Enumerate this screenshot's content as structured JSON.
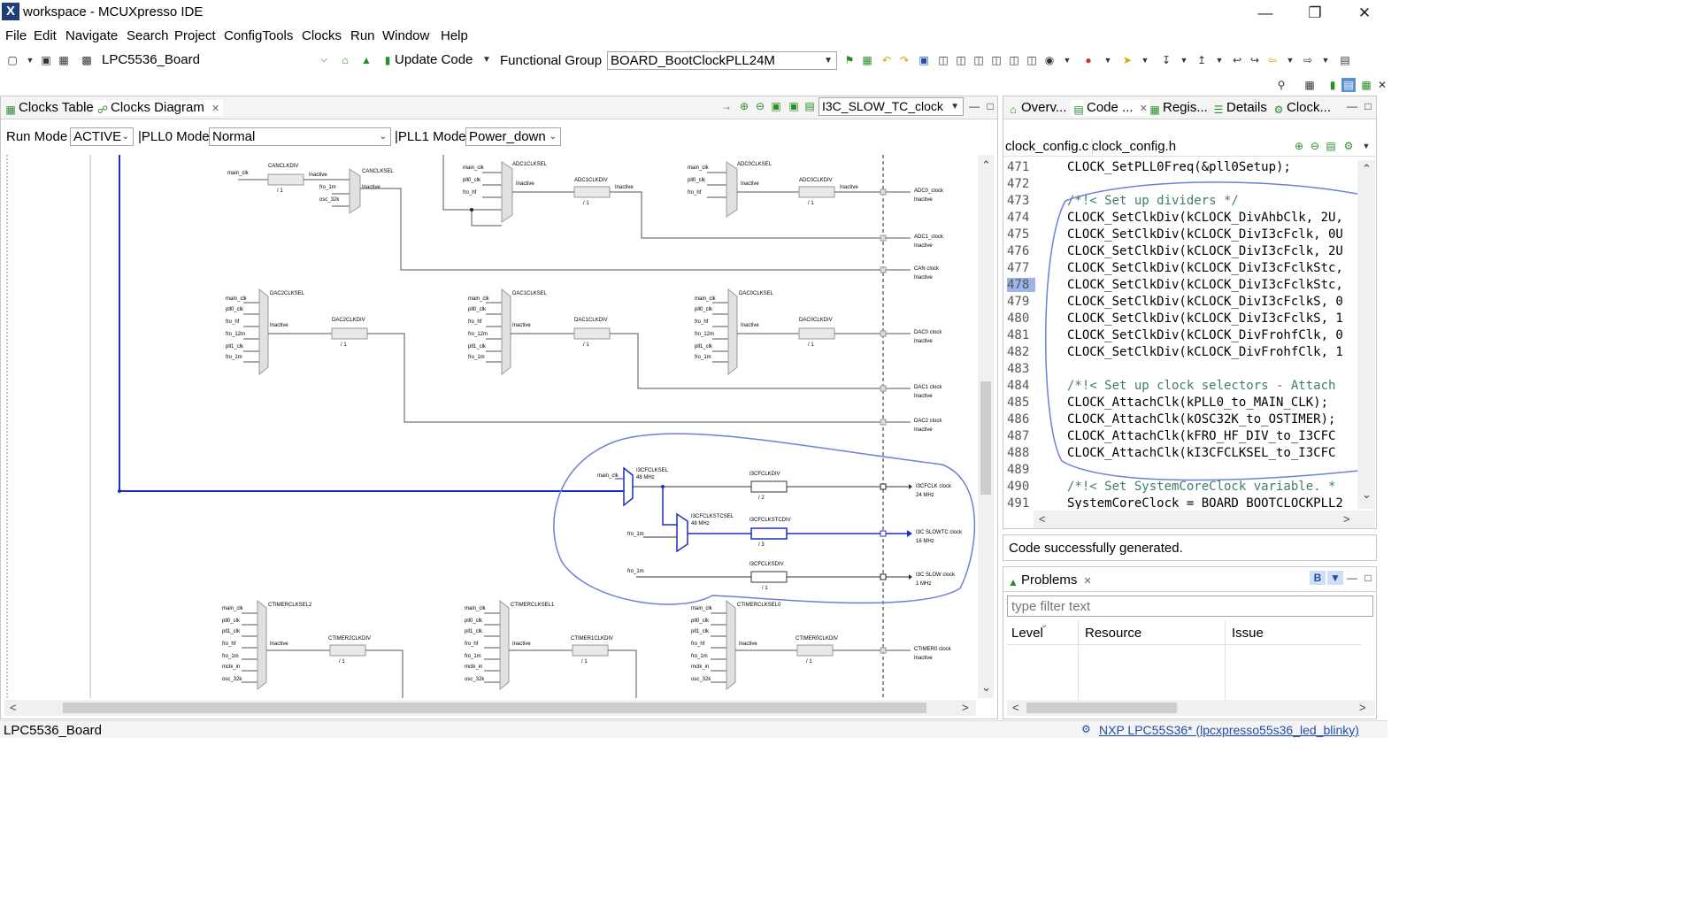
{
  "window": {
    "title": "workspace - MCUXpresso IDE",
    "logo": "X"
  },
  "menu": [
    "File",
    "Edit",
    "Navigate",
    "Search",
    "Project",
    "ConfigTools",
    "Clocks",
    "Run",
    "Window",
    "Help"
  ],
  "toolbar": {
    "project_combo": "LPC5536_Board",
    "update_code_label": "Update Code",
    "functional_group_label": "Functional Group",
    "functional_group_value": "BOARD_BootClockPLL24M"
  },
  "diagram": {
    "tabs": [
      {
        "label": "Clocks Table"
      },
      {
        "label": "Clocks Diagram"
      }
    ],
    "clock_select": "I3C_SLOW_TC_clock",
    "run_mode_label": "Run Mode",
    "run_mode_value": "ACTIVE",
    "pll0_mode_label": "PLL0 Mode",
    "pll0_mode_value": "Normal",
    "pll1_mode_label": "PLL1 Mode",
    "pll1_mode_value": "Power_down",
    "labels": {
      "main_clk": "main_clk",
      "pll0_clk": "pll0_clk",
      "pll1_clk": "pll1_clk",
      "fro_hf": "fro_hf",
      "fro_12m": "fro_12m",
      "fro_1m": "fro_1m",
      "osc_32k": "osc_32k",
      "mclk_in": "mclk_in",
      "inactive": "Inactive",
      "div1": "/ 1",
      "div2": "/ 2",
      "div3": "/ 3",
      "canclkdiv": "CANCLKDIV",
      "canclksel": "CANCLKSEL",
      "adc1clksel": "ADC1CLKSEL",
      "adc1clkdiv": "ADC1CLKDIV",
      "adc0clksel": "ADC0CLKSEL",
      "adc0clkdiv": "ADC0CLKDIV",
      "adc0_clock": "ADC0_clock",
      "adc1_clock": "ADC1_clock",
      "can_clock": "CAN clock",
      "dac2clksel": "DAC2CLKSEL",
      "dac2clkdiv": "DAC2CLKDIV",
      "dac1clksel": "DAC1CLKSEL",
      "dac1clkdiv": "DAC1CLKDIV",
      "dac0clksel": "DAC0CLKSEL",
      "dac0clkdiv": "DAC0CLKDIV",
      "dac0_clock": "DAC0 clock",
      "dac1_clock": "DAC1 clock",
      "dac2_clock": "DAC2 clock",
      "i3cfclksel": "I3CFCLKSEL",
      "mhz48": "48 MHz",
      "i3cfclkdiv": "I3CFCLKDIV",
      "i3cfclk_clock": "I3CFCLK clock",
      "mhz24": "24 MHz",
      "i3cfclkstcsel": "I3CFCLKSTCSEL",
      "i3cfclkstcdiv": "I3CFCLKSTCDIV",
      "i3c_slowtc_clock": "I3C SLOWTC clock",
      "mhz16": "16 MHz",
      "i3cfclksdiv": "I3CFCLKSDIV",
      "i3c_slow_clock": "I3C SLOW clock",
      "mhz1": "1 MHz",
      "ctimerclksel2": "CTIMERCLKSEL2",
      "ctimer2clkdiv": "CTIMER2CLKDIV",
      "ctimerclksel1": "CTIMERCLKSEL1",
      "ctimer1clkdiv": "CTIMER1CLKDIV",
      "ctimerclksel0": "CTIMERCLKSEL0",
      "ctimer0clkdiv": "CTIMER0CLKDIV",
      "ctimer0_clock": "CTIMER0 clock"
    }
  },
  "code": {
    "tabs": [
      {
        "label": "Overv..."
      },
      {
        "label": "Code ..."
      },
      {
        "label": "Regis..."
      },
      {
        "label": "Details"
      },
      {
        "label": "Clock..."
      }
    ],
    "file_tabs": [
      {
        "label": "clock_config.c"
      },
      {
        "label": "clock_config.h"
      }
    ],
    "lines": [
      {
        "n": "471",
        "t": "CLOCK_SetPLL0Freq(&pll0Setup);"
      },
      {
        "n": "472",
        "t": ""
      },
      {
        "n": "473",
        "t": "/*!< Set up dividers */"
      },
      {
        "n": "474",
        "t": "CLOCK_SetClkDiv(kCLOCK_DivAhbClk, 2U,"
      },
      {
        "n": "475",
        "t": "CLOCK_SetClkDiv(kCLOCK_DivI3cFclk, 0U"
      },
      {
        "n": "476",
        "t": "CLOCK_SetClkDiv(kCLOCK_DivI3cFclk, 2U"
      },
      {
        "n": "477",
        "t": "CLOCK_SetClkDiv(kCLOCK_DivI3cFclkStc,"
      },
      {
        "n": "478",
        "t": "CLOCK_SetClkDiv(kCLOCK_DivI3cFclkStc,"
      },
      {
        "n": "479",
        "t": "CLOCK_SetClkDiv(kCLOCK_DivI3cFclkS, 0"
      },
      {
        "n": "480",
        "t": "CLOCK_SetClkDiv(kCLOCK_DivI3cFclkS, 1"
      },
      {
        "n": "481",
        "t": "CLOCK_SetClkDiv(kCLOCK_DivFrohfClk, 0"
      },
      {
        "n": "482",
        "t": "CLOCK_SetClkDiv(kCLOCK_DivFrohfClk, 1"
      },
      {
        "n": "483",
        "t": ""
      },
      {
        "n": "484",
        "t": "/*!< Set up clock selectors - Attach"
      },
      {
        "n": "485",
        "t": "CLOCK_AttachClk(kPLL0_to_MAIN_CLK);"
      },
      {
        "n": "486",
        "t": "CLOCK_AttachClk(kOSC32K_to_OSTIMER);"
      },
      {
        "n": "487",
        "t": "CLOCK_AttachClk(kFRO_HF_DIV_to_I3CFC"
      },
      {
        "n": "488",
        "t": "CLOCK_AttachClk(kI3CFCLKSEL_to_I3CFC"
      },
      {
        "n": "489",
        "t": ""
      },
      {
        "n": "490",
        "t": "/*!< Set SystemCoreClock variable. *"
      },
      {
        "n": "491",
        "t": "SystemCoreClock = BOARD_BOOTCLOCKPLL2"
      }
    ]
  },
  "message": "Code successfully generated.",
  "problems": {
    "tab": "Problems",
    "filter_placeholder": "type filter text",
    "columns": [
      "Level",
      "Resource",
      "Issue"
    ]
  },
  "status": {
    "left": "LPC5536_Board",
    "right": "NXP LPC55S36* (lpcxpresso55s36_led_blinky)"
  },
  "colors": {
    "active_wire": "#1a2fbf",
    "wire": "#555555",
    "annotation": "#6f7fd8"
  }
}
